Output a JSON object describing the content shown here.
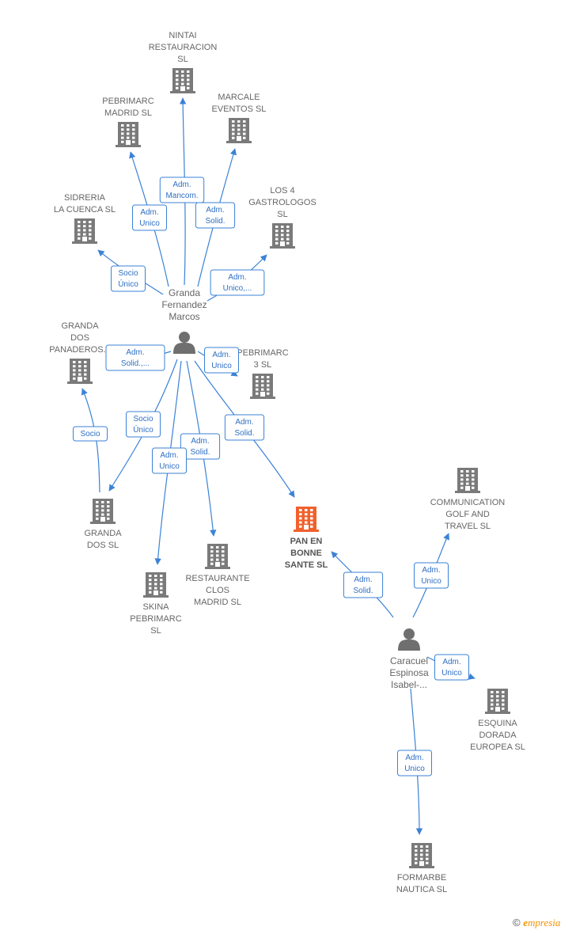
{
  "colors": {
    "company": "#7a7a7a",
    "focus_company": "#f0612c",
    "person": "#6f6f6f",
    "edge": "#3b82d6"
  },
  "people": [
    {
      "id": "granda",
      "lines": [
        "Granda",
        "Fernandez",
        "Marcos"
      ]
    },
    {
      "id": "caracuel",
      "lines": [
        "Caracuel",
        "Espinosa",
        "Isabel-..."
      ]
    }
  ],
  "companies": [
    {
      "id": "nintai",
      "lines": [
        "NINTAI",
        "RESTAURACION",
        "SL"
      ]
    },
    {
      "id": "pebrimarc_madrid",
      "lines": [
        "PEBRIMARC",
        "MADRID  SL"
      ]
    },
    {
      "id": "marcale",
      "lines": [
        "MARCALE",
        "EVENTOS  SL"
      ]
    },
    {
      "id": "sidreria",
      "lines": [
        "SIDRERIA",
        "LA CUENCA  SL"
      ]
    },
    {
      "id": "los4",
      "lines": [
        "LOS 4",
        "GASTROLOGOS",
        "SL"
      ]
    },
    {
      "id": "granda_dos_panaderos",
      "lines": [
        "GRANDA",
        "DOS",
        "PANADEROS..."
      ]
    },
    {
      "id": "pebrimarc3",
      "lines": [
        "PEBRIMARC",
        "3  SL"
      ]
    },
    {
      "id": "granda_dos",
      "lines": [
        "GRANDA",
        "DOS SL"
      ]
    },
    {
      "id": "skina",
      "lines": [
        "SKINA",
        "PEBRIMARC",
        "SL"
      ]
    },
    {
      "id": "restaurante",
      "lines": [
        "RESTAURANTE",
        "CLOS",
        "MADRID  SL"
      ]
    },
    {
      "id": "pan_en_bonne",
      "lines": [
        "PAN EN",
        "BONNE",
        "SANTE  SL"
      ],
      "focus": true
    },
    {
      "id": "communication",
      "lines": [
        "COMMUNICATION",
        "GOLF AND",
        "TRAVEL  SL"
      ]
    },
    {
      "id": "esquina",
      "lines": [
        "ESQUINA",
        "DORADA",
        "EUROPEA SL"
      ]
    },
    {
      "id": "formarbe",
      "lines": [
        "FORMARBE",
        "NAUTICA  SL"
      ]
    }
  ],
  "edges": [
    {
      "id": "e_nintai",
      "lines": [
        "Adm.",
        "Mancom."
      ]
    },
    {
      "id": "e_pebrimarc_madrid",
      "lines": [
        "Adm.",
        "Unico"
      ]
    },
    {
      "id": "e_marcale",
      "lines": [
        "Adm.",
        "Solid."
      ]
    },
    {
      "id": "e_sidreria",
      "lines": [
        "Socio",
        "Único"
      ]
    },
    {
      "id": "e_los4",
      "lines": [
        "Adm.",
        "Unico,..."
      ]
    },
    {
      "id": "e_granda_dos_panaderos",
      "lines": [
        "Adm.",
        "Solid.,..."
      ]
    },
    {
      "id": "e_pebrimarc3",
      "lines": [
        "Adm.",
        "Unico"
      ]
    },
    {
      "id": "e_pan_granda",
      "lines": [
        "Adm.",
        "Solid."
      ]
    },
    {
      "id": "e_granda_dos",
      "lines": [
        "Socio",
        "Único"
      ]
    },
    {
      "id": "e_restaurante",
      "lines": [
        "Adm.",
        "Solid."
      ]
    },
    {
      "id": "e_skina",
      "lines": [
        "Adm.",
        "Unico"
      ]
    },
    {
      "id": "e_socio_gdp",
      "lines": [
        "Socio"
      ]
    },
    {
      "id": "e_pan_caracuel",
      "lines": [
        "Adm.",
        "Solid."
      ]
    },
    {
      "id": "e_communication",
      "lines": [
        "Adm.",
        "Unico"
      ]
    },
    {
      "id": "e_esquina",
      "lines": [
        "Adm.",
        "Unico"
      ]
    },
    {
      "id": "e_formarbe",
      "lines": [
        "Adm.",
        "Unico"
      ]
    }
  ],
  "brand": {
    "copyright": "©",
    "initial": "e",
    "rest": "mpresia"
  }
}
